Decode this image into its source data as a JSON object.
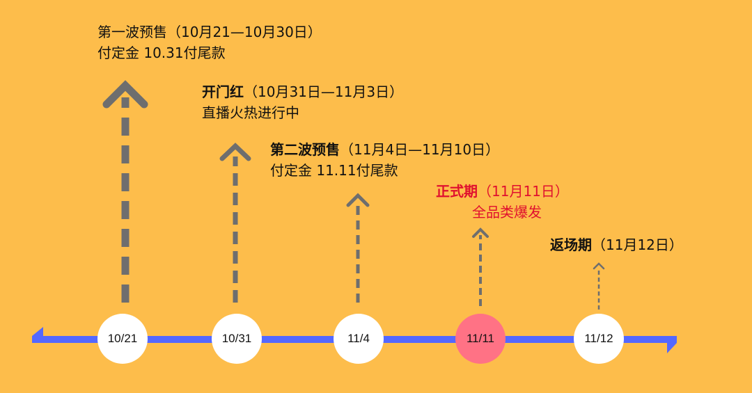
{
  "colors": {
    "background": "#FDBD4B",
    "timeline": "#5468FF",
    "arrow": "#6E6E6E",
    "highlight": "#FF7285",
    "highlight_text": "#E0102F"
  },
  "phases": [
    {
      "title": "第一波预售",
      "period": "（10月21—10月30日）",
      "note": "付定金  10.31付尾款",
      "date": "10/21"
    },
    {
      "title": "开门红",
      "period": "（10月31日—11月3日）",
      "note": "直播火热进行中",
      "date": "10/31"
    },
    {
      "title": "第二波预售",
      "period": "（11月4日—11月10日）",
      "note": "付定金  11.11付尾款",
      "date": "11/4"
    },
    {
      "title": "正式期",
      "period": "（11月11日）",
      "note": "全品类爆发",
      "date": "11/11"
    },
    {
      "title": "返场期",
      "period": "（11月12日）",
      "date": "11/12"
    }
  ]
}
